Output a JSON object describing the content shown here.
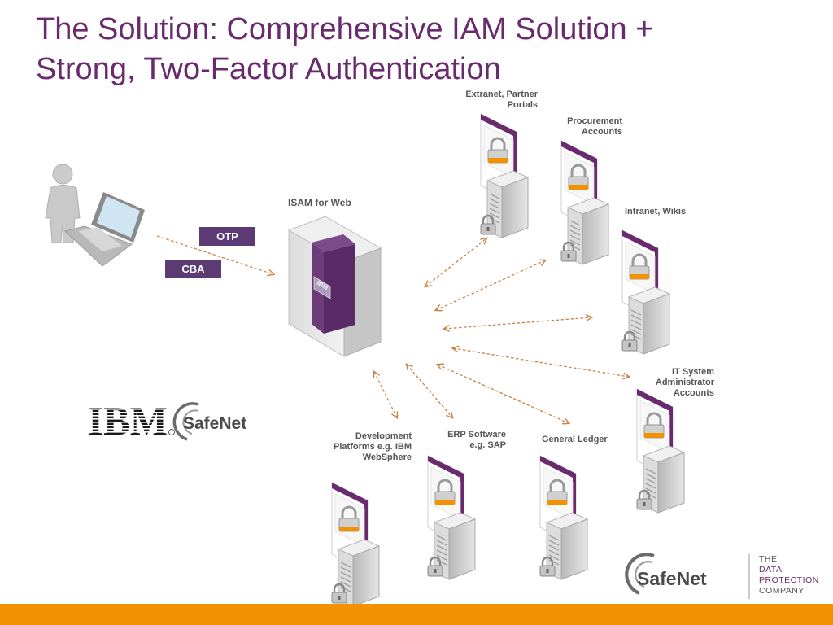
{
  "slide": {
    "title_line1": "The Solution: Comprehensive IAM Solution +",
    "title_line2": "Strong, Two-Factor Authentication"
  },
  "colors": {
    "title": "#6a2a6e",
    "purple": "#5c3a73",
    "orange": "#f39200",
    "arrow": "#c8844a"
  },
  "hub": {
    "label": "ISAM for Web",
    "badge": "IBM"
  },
  "auth_methods": [
    "OTP",
    "CBA"
  ],
  "targets": [
    {
      "line1": "Extranet, Partner",
      "line2": "Portals"
    },
    {
      "line1": "Procurement",
      "line2": "Accounts"
    },
    {
      "line1": "Intranet, Wikis"
    },
    {
      "line1": "IT System",
      "line2": "Administrator",
      "line3": "Accounts"
    },
    {
      "line1": "General Ledger"
    },
    {
      "line1": "ERP Software",
      "line2": "e.g. SAP"
    },
    {
      "line1": "Development",
      "line2": "Platforms e.g. IBM",
      "line3": "WebSphere"
    }
  ],
  "logos": {
    "ibm": "IBM",
    "safenet": "SafeNet",
    "tagline": [
      "THE",
      "DATA",
      "PROTECTION",
      "COMPANY"
    ]
  }
}
